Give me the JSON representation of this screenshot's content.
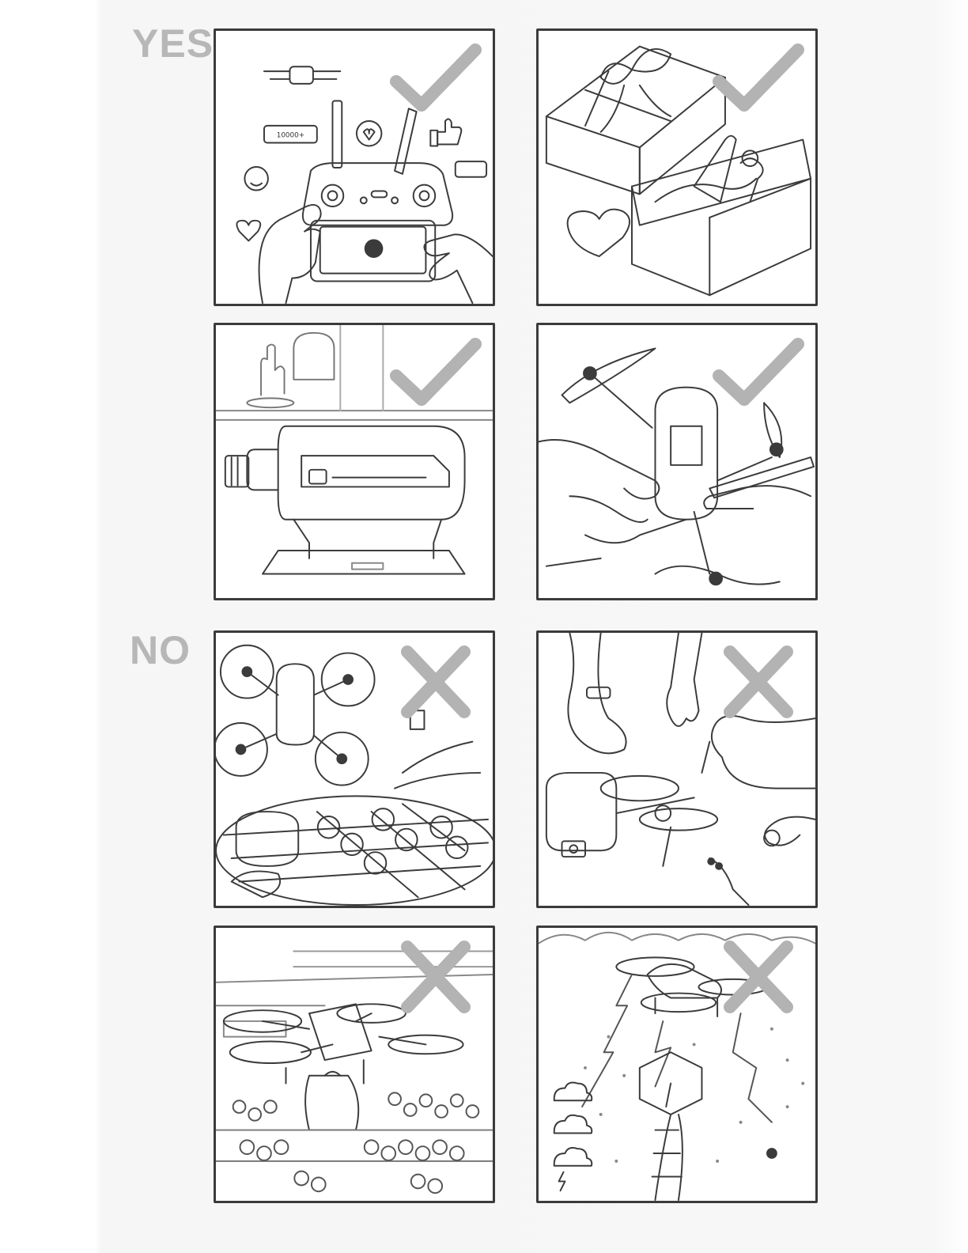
{
  "sections": {
    "yes": {
      "label": "YES"
    },
    "no": {
      "label": "NO"
    }
  },
  "yes_panels": [
    {
      "icon": "check-mark-icon"
    },
    {
      "icon": "check-mark-icon"
    },
    {
      "icon": "check-mark-icon"
    },
    {
      "icon": "check-mark-icon"
    }
  ],
  "no_panels": [
    {
      "icon": "cross-mark-icon"
    },
    {
      "icon": "cross-mark-icon"
    },
    {
      "icon": "cross-mark-icon"
    },
    {
      "icon": "cross-mark-icon"
    }
  ],
  "bubbles": {
    "likes_count": "10000+"
  },
  "colors": {
    "mark_gray": "#b3b3b3",
    "line": "#3b3b3b",
    "label_gray": "#b7b7b7"
  }
}
